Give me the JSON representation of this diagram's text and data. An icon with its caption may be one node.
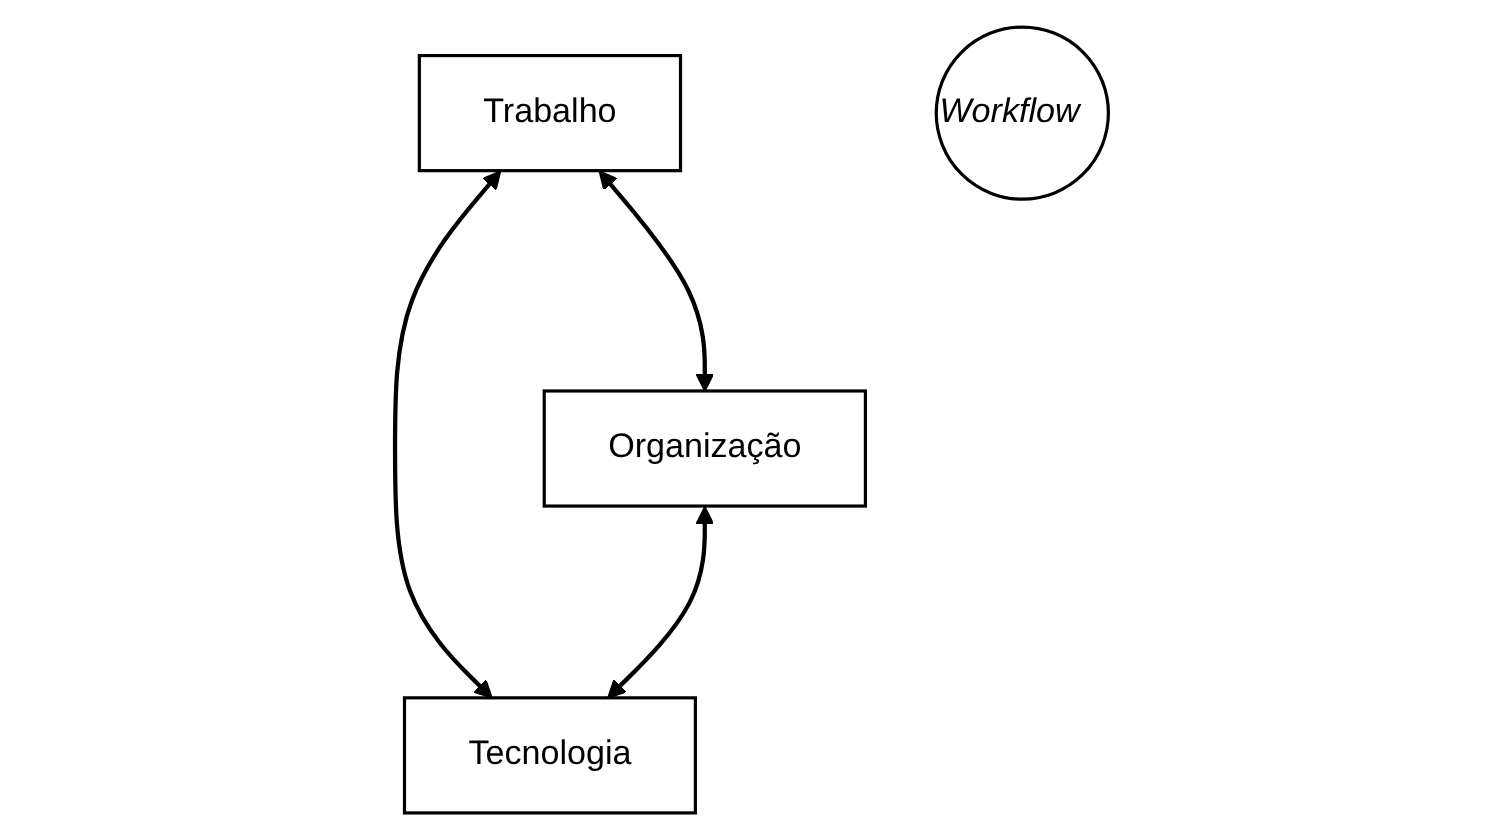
{
  "diagram": {
    "nodes": [
      {
        "text": [
          "Trabalho"
        ]
      },
      {
        "text": [
          "Workflow"
        ]
      },
      {
        "text": [
          "Organização"
        ]
      },
      {
        "text": [
          "Tecnologia"
        ]
      }
    ],
    "edges": [
      {
        "from": 0,
        "to": 2,
        "arrow": "both"
      },
      {
        "from": 0,
        "to": 3,
        "arrow": "both"
      },
      {
        "from": 2,
        "to": 3,
        "arrow": "both"
      }
    ]
  }
}
